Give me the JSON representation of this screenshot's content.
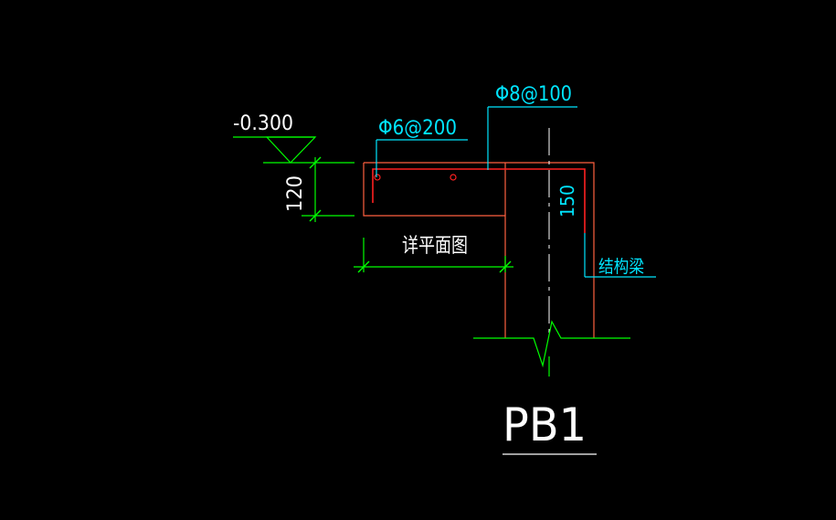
{
  "drawing": {
    "background": "#000000",
    "colors": {
      "concrete_outline": "#FF6040",
      "rebar": "#FF2020",
      "dimension": "#00FF00",
      "annotation_leader": "#00E5FF",
      "annotation_text": "#00E5FF",
      "label_text": "#FFFFFF",
      "break_line": "#00FF00",
      "centerline": "#FFFFFF",
      "underline": "#FFFFFF"
    },
    "elevation": {
      "value": "-0.300",
      "icon": "elevation-triangle-icon"
    },
    "slab_thickness": "120",
    "beam_dim": "150",
    "rebar_slab": "Φ6@200",
    "rebar_top": "Φ8@100",
    "span_note": "详平面图",
    "beam_label": "结构梁",
    "title": "PB1"
  }
}
